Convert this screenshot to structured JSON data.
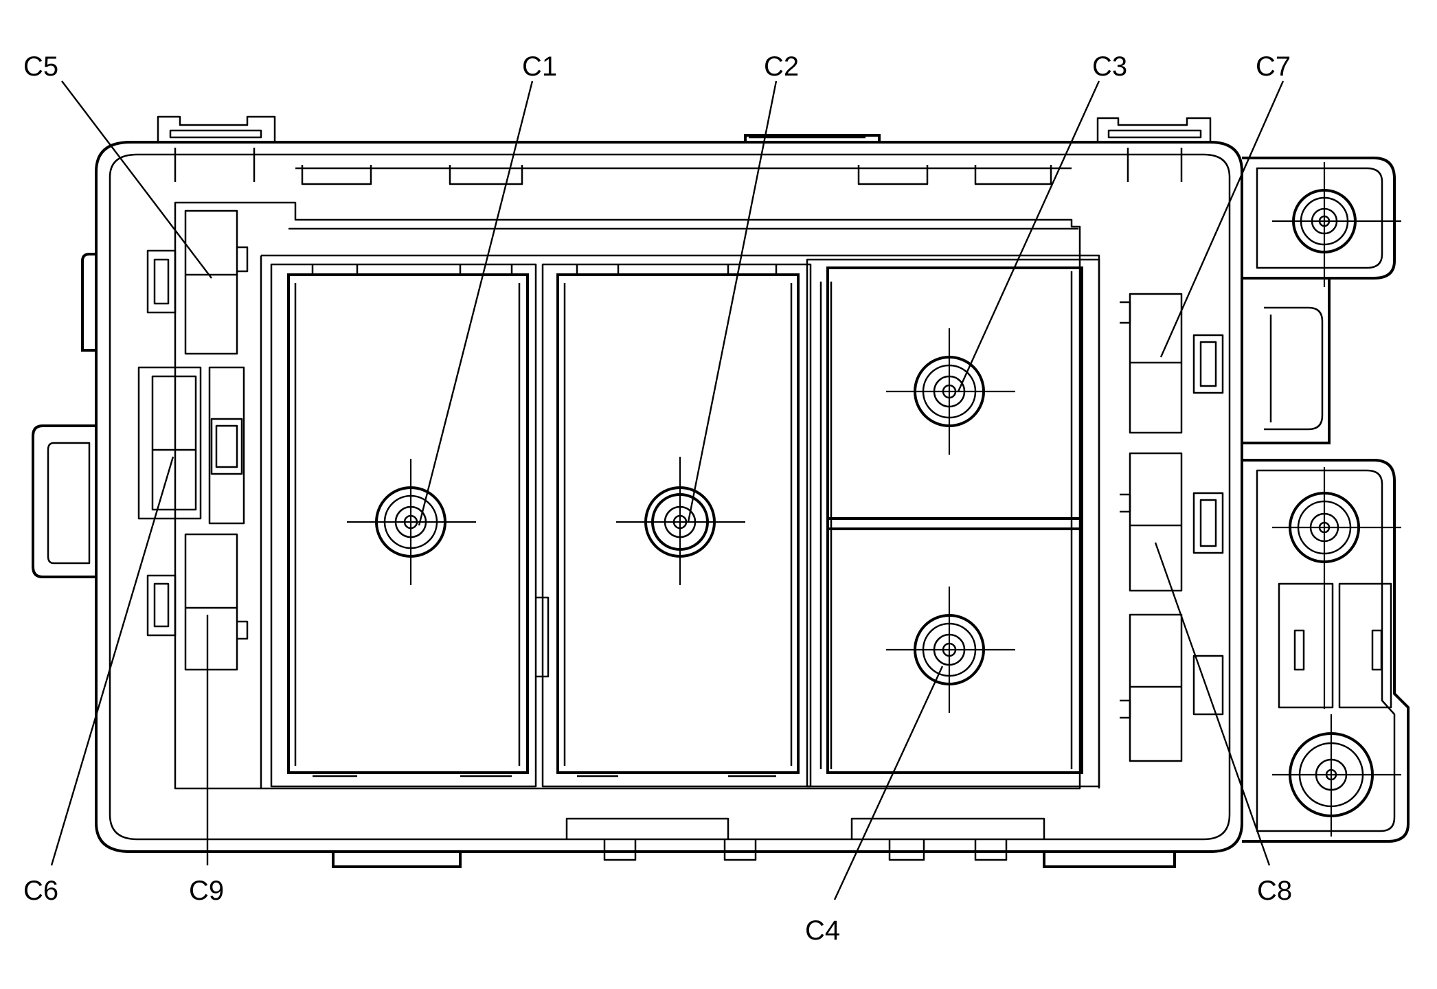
{
  "callouts": {
    "c1": "C1",
    "c2": "C2",
    "c3": "C3",
    "c4": "C4",
    "c5": "C5",
    "c6": "C6",
    "c7": "C7",
    "c8": "C8",
    "c9": "C9"
  }
}
